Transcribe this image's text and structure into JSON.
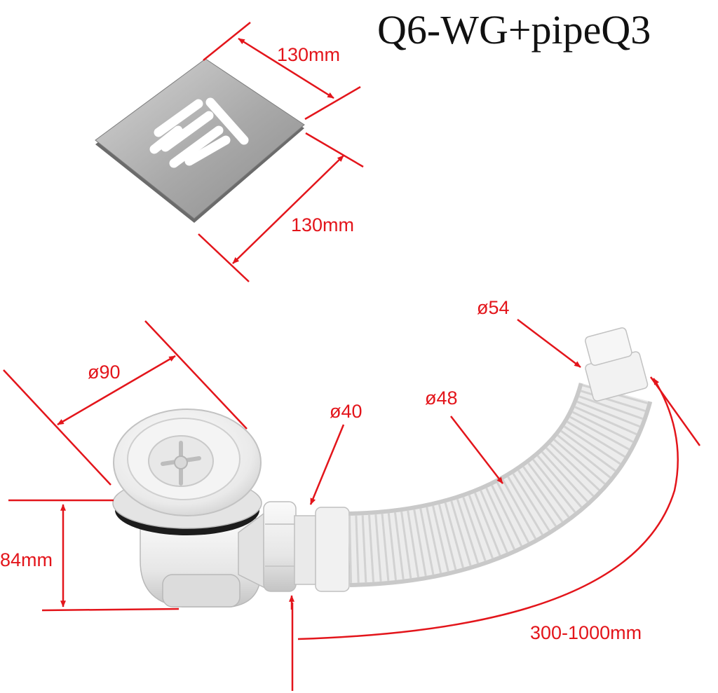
{
  "title": "Q6-WG+pipeQ3",
  "colors": {
    "dimension": "#e3151b",
    "steel_light": "#c9c9c9",
    "steel_dark": "#6e6e6e",
    "plastic": "#eeeeee",
    "plastic_shade": "#bdbdbd",
    "gasket": "#1c1c1c"
  },
  "dimensions": {
    "grate_width": "130mm",
    "grate_depth": "130mm",
    "trap_diameter": "ø90",
    "trap_height": "84mm",
    "outlet_diameter": "ø40",
    "hose_diameter": "ø48",
    "end_diameter": "ø54",
    "hose_length": "300-1000mm"
  }
}
